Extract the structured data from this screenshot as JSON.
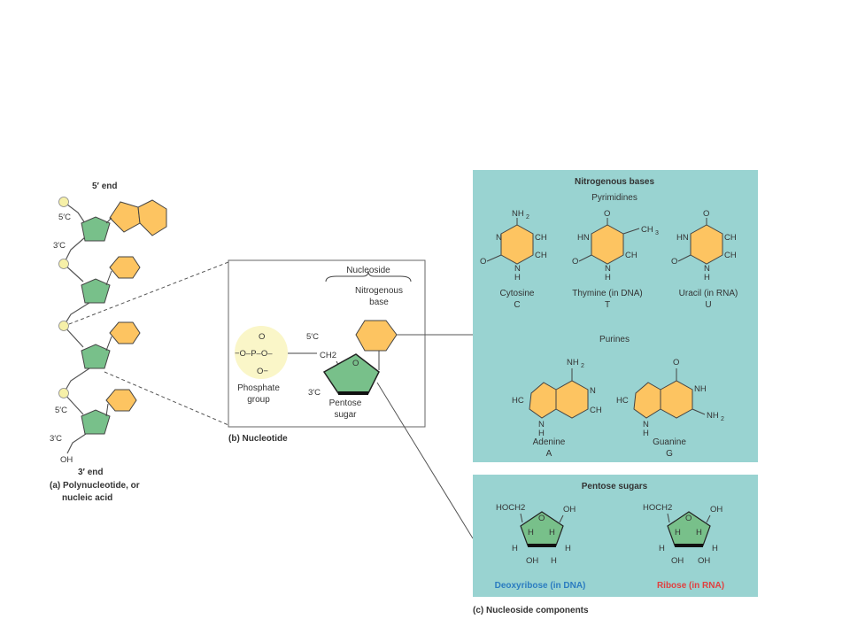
{
  "colors": {
    "panel": "#99d3d1",
    "base_fill": "#fdc461",
    "sugar_fill": "#78c08a",
    "phosphate_fill": "#f6f0a8",
    "phosphate_glow": "#faf6c8",
    "deoxyribose_label": "#2b7cc0",
    "ribose_label": "#e04040"
  },
  "strand": {
    "top_label": "5′ end",
    "bottom_label": "3′ end",
    "carbon5": "5′C",
    "carbon3": "3′C",
    "oh": "OH",
    "caption_1": "(a) Polynucleotide, or",
    "caption_2": "nucleic acid"
  },
  "nucleotide": {
    "nucleoside_label": "Nucleoside",
    "base_label_1": "Nitrogenous",
    "base_label_2": "base",
    "carbon5": "5′C",
    "ch2": "CH2",
    "carbon3": "3′C",
    "sugar_label_1": "Pentose",
    "sugar_label_2": "sugar",
    "phosphate_label_1": "Phosphate",
    "phosphate_label_2": "group",
    "phosphate_formula": "−O–P–O–",
    "phosphate_top": "O",
    "phosphate_bottom": "O−",
    "caption": "(b) Nucleotide"
  },
  "bases": {
    "title": "Nitrogenous bases",
    "pyrimidines_label": "Pyrimidines",
    "purines_label": "Purines",
    "cytosine": {
      "name": "Cytosine",
      "letter": "C"
    },
    "thymine": {
      "name": "Thymine (in DNA)",
      "letter": "T"
    },
    "uracil": {
      "name": "Uracil (in RNA)",
      "letter": "U"
    },
    "adenine": {
      "name": "Adenine",
      "letter": "A"
    },
    "guanine": {
      "name": "Guanine",
      "letter": "G"
    }
  },
  "sugars": {
    "title": "Pentose sugars",
    "deoxyribose": "Deoxyribose (in DNA)",
    "ribose": "Ribose (in RNA)",
    "hoch2": "HOCH2",
    "oh": "OH"
  },
  "caption_c": "(c) Nucleoside components"
}
